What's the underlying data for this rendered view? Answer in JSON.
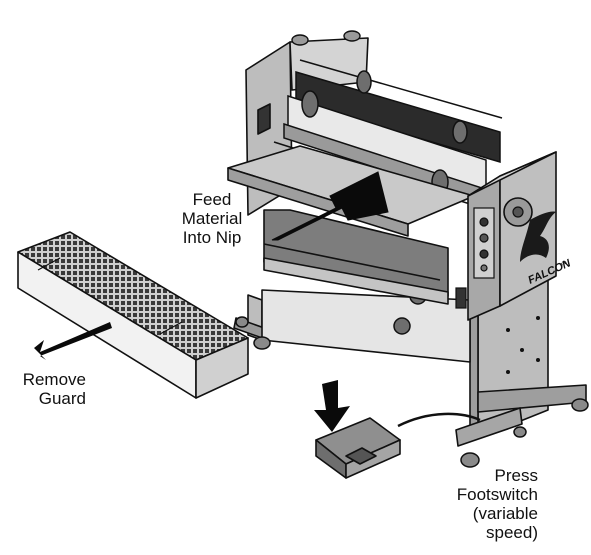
{
  "brand": {
    "logo_text": "FALCON",
    "trademark": "™"
  },
  "callouts": {
    "feed": {
      "lines": [
        "Feed",
        "Material",
        "Into Nip"
      ]
    },
    "guard": {
      "lines": [
        "Remove",
        "Guard"
      ]
    },
    "footswitch": {
      "lines": [
        "Press",
        "Footswitch",
        "(variable",
        "speed)"
      ]
    }
  },
  "colors": {
    "ink": "#111111",
    "panel_gray": "#bdbdbd",
    "panel_light": "#d9d9d9",
    "dark_gray": "#6e6e6e",
    "arrow": "#0a0a0a"
  }
}
